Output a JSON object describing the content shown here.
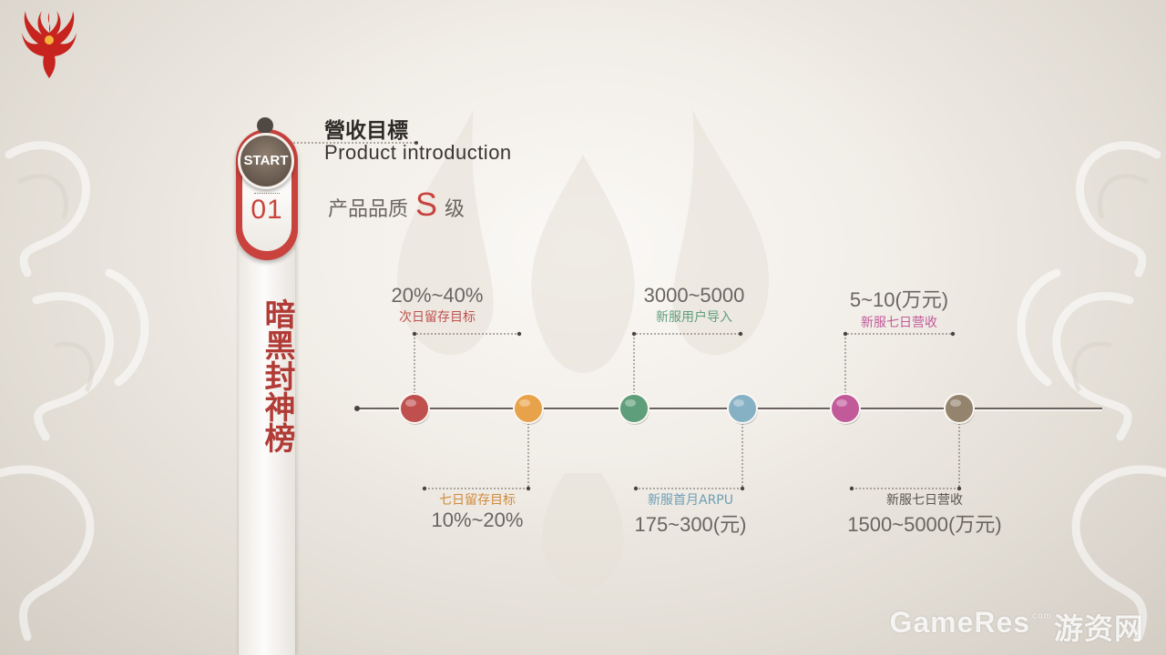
{
  "heading": {
    "title": "營收目標",
    "subtitle": "Product introduction"
  },
  "quality": {
    "prefix": "产品品质",
    "grade": "S",
    "suffix": "级"
  },
  "banner": {
    "start_label": "START",
    "number": "01",
    "game_title": "暗黑封神榜"
  },
  "timeline": {
    "top": [
      {
        "value": "20%~40%",
        "label": "次日留存目标",
        "color": "#c0504d"
      },
      {
        "value": "3000~5000",
        "label": "新服用户导入",
        "color": "#5f9e7a"
      },
      {
        "value": "5~10(万元)",
        "label": "新服七日营收",
        "color": "#c25a9a"
      }
    ],
    "bottom": [
      {
        "value": "10%~20%",
        "label": "七日留存目标",
        "color": "#d08a3c"
      },
      {
        "value": "175~300(元)",
        "label": "新服首月ARPU",
        "color": "#6e9eb5"
      },
      {
        "value": "1500~5000(万元)",
        "label": "新服七日营收",
        "color": "#5a544f"
      }
    ],
    "node_colors": [
      "#c0504d",
      "#e8a34a",
      "#5f9e7a",
      "#86b1c4",
      "#c25a9a",
      "#94846d"
    ]
  },
  "watermark": {
    "brand": "GameRes",
    "domain": "com",
    "cn": "游资网"
  }
}
